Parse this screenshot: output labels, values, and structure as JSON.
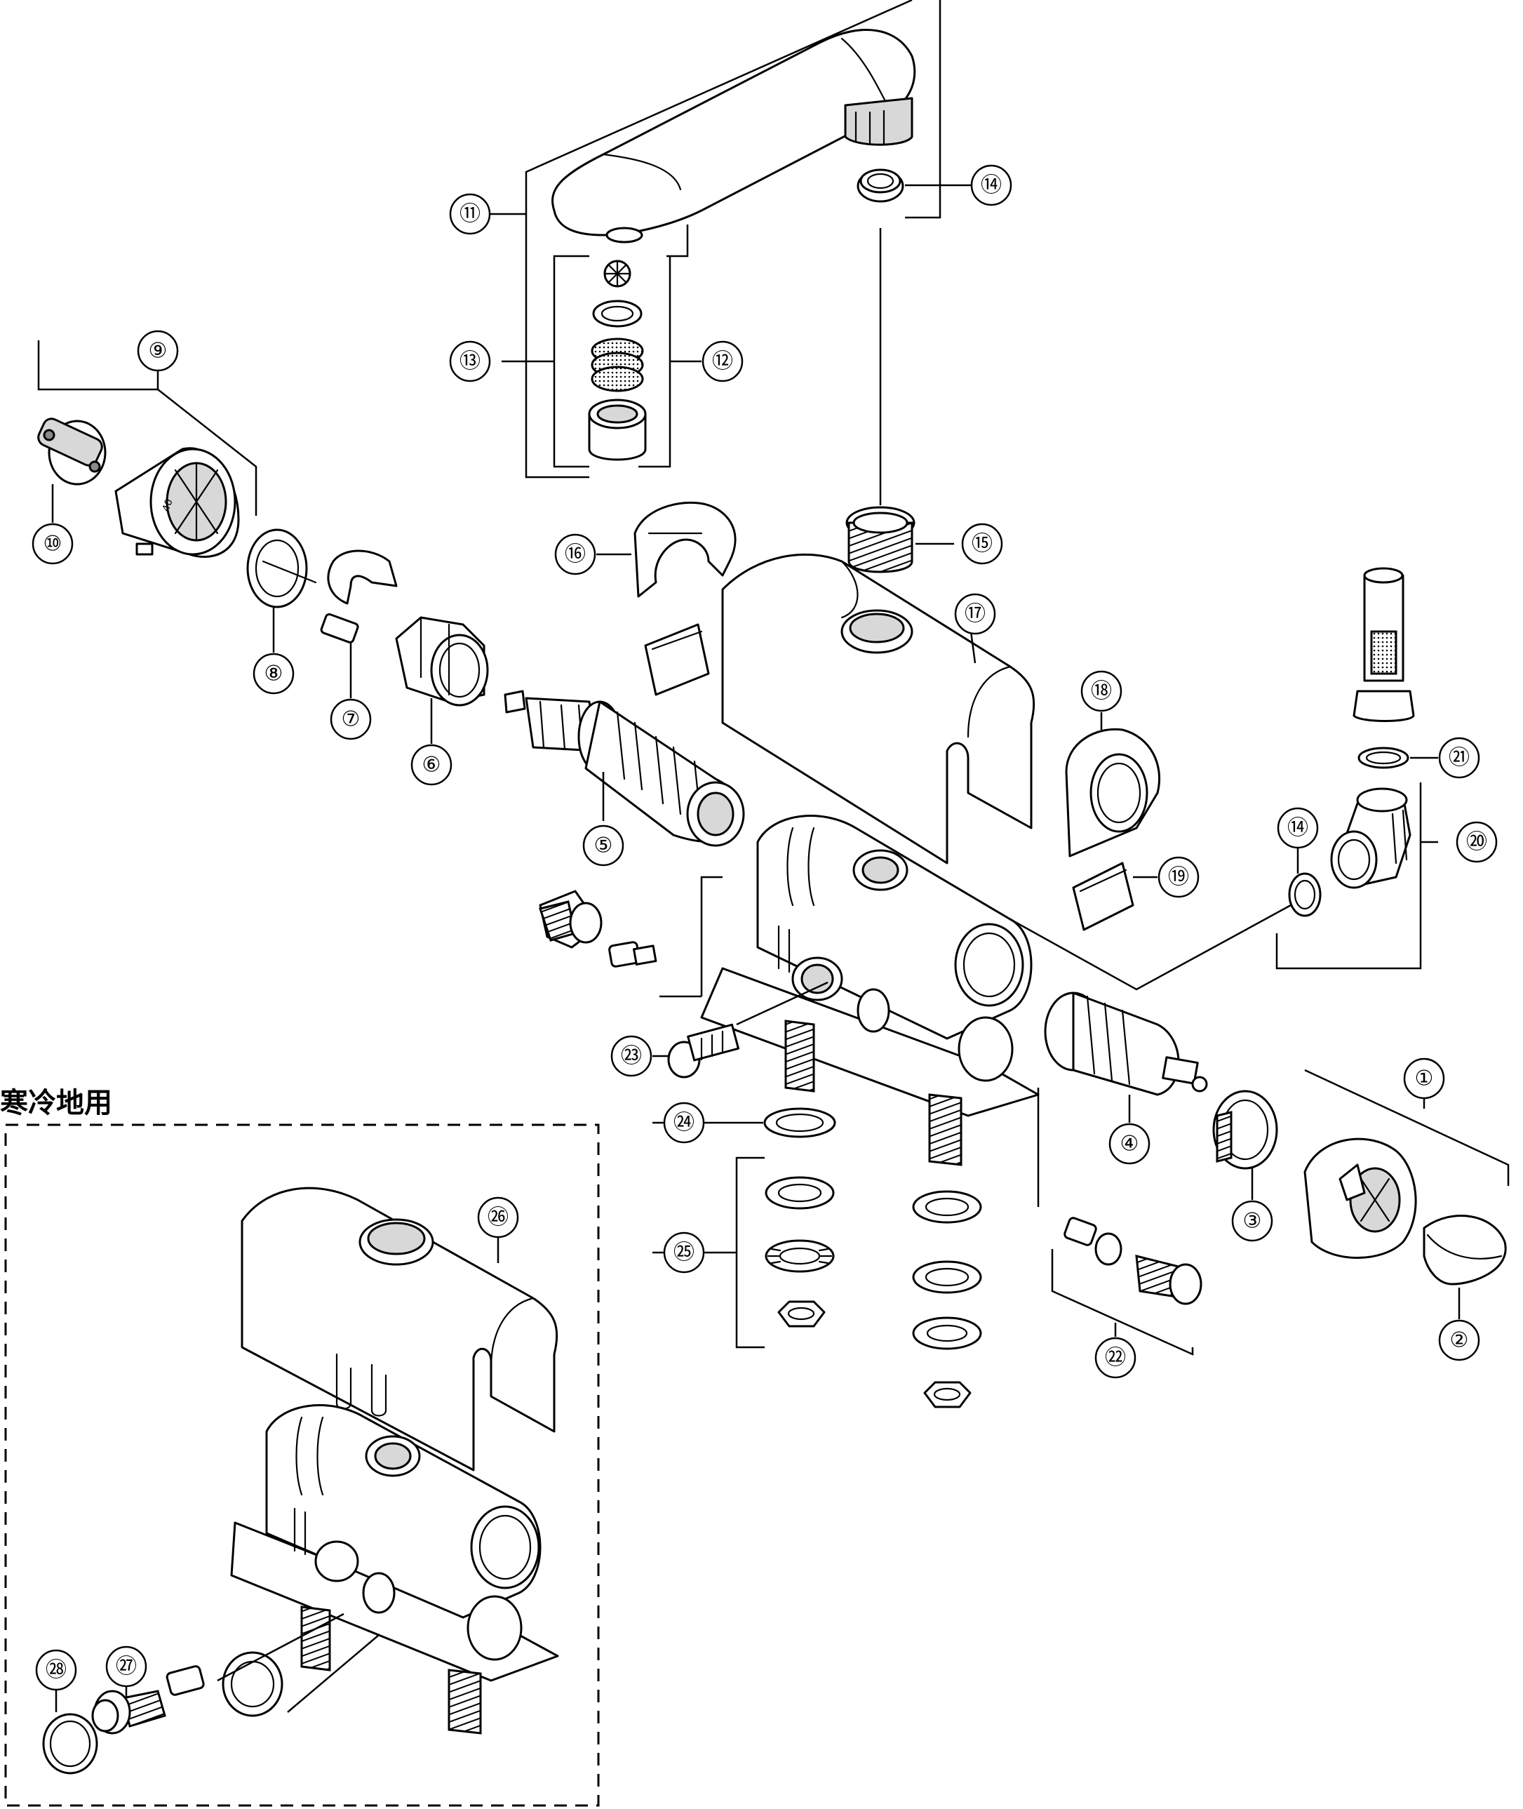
{
  "cold_region": {
    "label": "寒冷地用"
  },
  "callouts": [
    {
      "id": "c1",
      "label": "①"
    },
    {
      "id": "c2",
      "label": "②"
    },
    {
      "id": "c3",
      "label": "③"
    },
    {
      "id": "c4",
      "label": "④"
    },
    {
      "id": "c5",
      "label": "⑤"
    },
    {
      "id": "c6",
      "label": "⑥"
    },
    {
      "id": "c7",
      "label": "⑦"
    },
    {
      "id": "c8",
      "label": "⑧"
    },
    {
      "id": "c9",
      "label": "⑨"
    },
    {
      "id": "c10",
      "label": "⑩"
    },
    {
      "id": "c11",
      "label": "⑪"
    },
    {
      "id": "c12",
      "label": "⑫"
    },
    {
      "id": "c13",
      "label": "⑬"
    },
    {
      "id": "c14a",
      "label": "⑭"
    },
    {
      "id": "c14b",
      "label": "⑭"
    },
    {
      "id": "c15",
      "label": "⑮"
    },
    {
      "id": "c16",
      "label": "⑯"
    },
    {
      "id": "c17",
      "label": "⑰"
    },
    {
      "id": "c18",
      "label": "⑱"
    },
    {
      "id": "c19",
      "label": "⑲"
    },
    {
      "id": "c20",
      "label": "⑳"
    },
    {
      "id": "c21",
      "label": "㉑"
    },
    {
      "id": "c22",
      "label": "㉒"
    },
    {
      "id": "c23",
      "label": "㉓"
    },
    {
      "id": "c24",
      "label": "㉔"
    },
    {
      "id": "c25",
      "label": "㉕"
    },
    {
      "id": "c26",
      "label": "㉖"
    },
    {
      "id": "c27",
      "label": "㉗"
    },
    {
      "id": "c28",
      "label": "㉘"
    }
  ],
  "dial_mark": "40",
  "icons": {
    "cartridge": "valve-cartridge-icon",
    "handle": "handle-icon",
    "spout": "spout-icon",
    "body": "faucet-body-icon"
  }
}
